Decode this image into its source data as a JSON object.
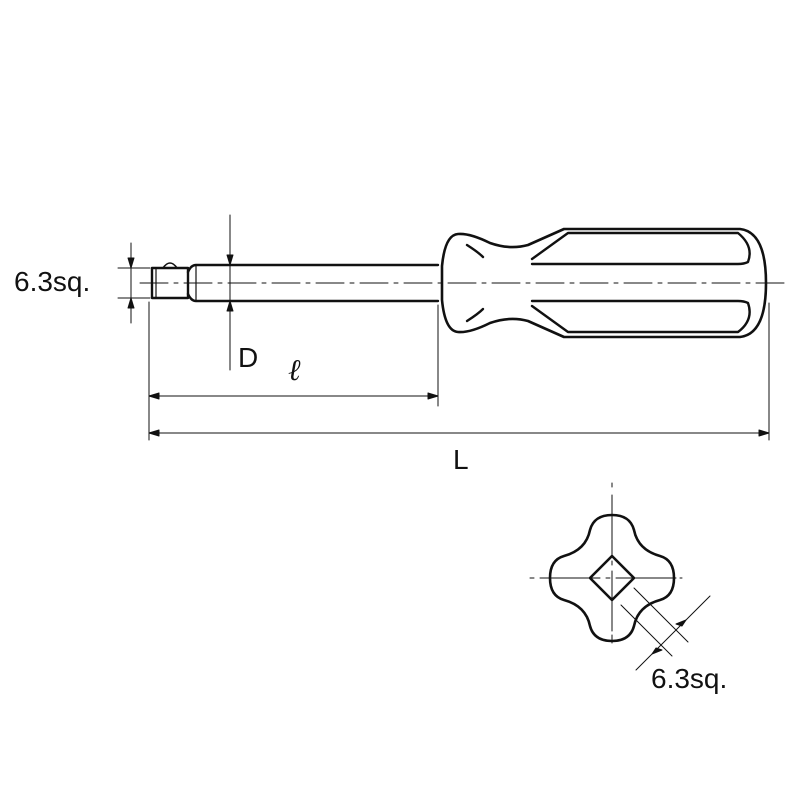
{
  "drawing": {
    "subject": "screwdriver-style spinner handle with 6.3sq. square drive",
    "stroke_color": "#111111",
    "background_color": "#ffffff"
  },
  "side_view": {
    "labels": {
      "square_drive": "6.3sq.",
      "shaft_diameter": "D",
      "shaft_length": "ℓ",
      "overall_length": "L"
    }
  },
  "end_view": {
    "labels": {
      "square_drive": "6.3sq."
    }
  }
}
